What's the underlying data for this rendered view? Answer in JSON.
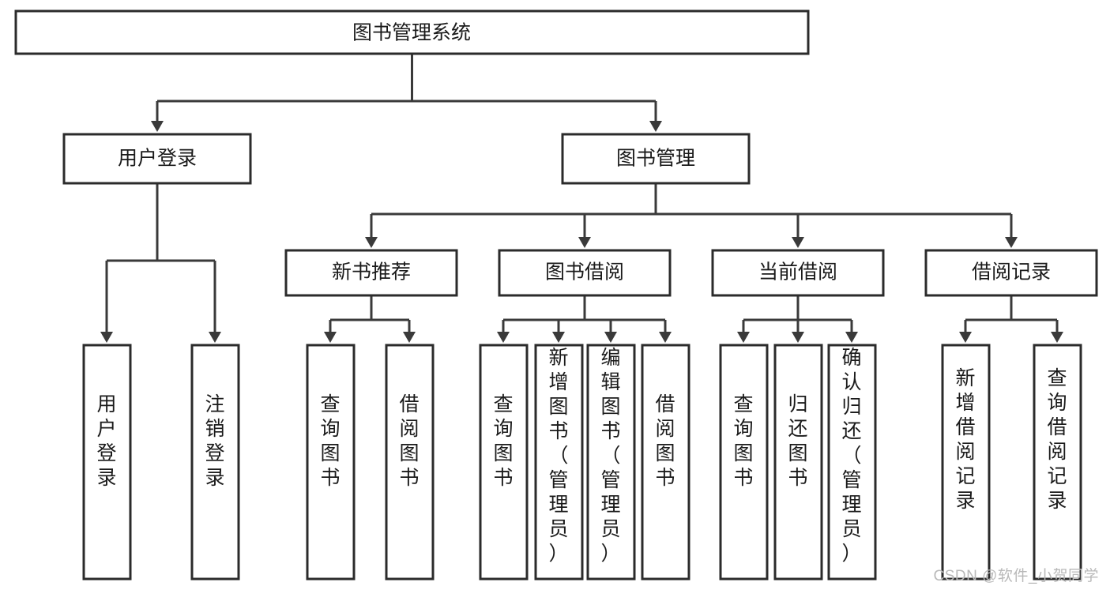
{
  "diagram": {
    "type": "tree-hierarchy",
    "title": "图书管理系统",
    "watermark": "CSDN @软件_小贺同学",
    "colors": {
      "box_fill": "#ffffff",
      "box_stroke": "#2b2b2b",
      "edge": "#3a3a3a",
      "text": "#1a1a1a",
      "watermark": "#b9b9b9"
    },
    "levels": {
      "root": {
        "label": "图书管理系统"
      },
      "level2": [
        {
          "label": "用户登录"
        },
        {
          "label": "图书管理"
        }
      ],
      "level3": [
        {
          "label": "新书推荐",
          "parent": "图书管理"
        },
        {
          "label": "图书借阅",
          "parent": "图书管理"
        },
        {
          "label": "当前借阅",
          "parent": "图书管理"
        },
        {
          "label": "借阅记录",
          "parent": "图书管理"
        }
      ],
      "leaves": [
        {
          "label": "用户登录",
          "parent": "用户登录"
        },
        {
          "label": "注销登录",
          "parent": "用户登录"
        },
        {
          "label": "查询图书",
          "parent": "新书推荐"
        },
        {
          "label": "借阅图书",
          "parent": "新书推荐"
        },
        {
          "label": "查询图书",
          "parent": "图书借阅"
        },
        {
          "label": "新增图书（管理员）",
          "parent": "图书借阅"
        },
        {
          "label": "编辑图书（管理员）",
          "parent": "图书借阅"
        },
        {
          "label": "借阅图书",
          "parent": "图书借阅"
        },
        {
          "label": "查询图书",
          "parent": "当前借阅"
        },
        {
          "label": "归还图书",
          "parent": "当前借阅"
        },
        {
          "label": "确认归还（管理员）",
          "parent": "当前借阅"
        },
        {
          "label": "新增借阅记录",
          "parent": "借阅记录"
        },
        {
          "label": "查询借阅记录",
          "parent": "借阅记录"
        }
      ]
    }
  }
}
